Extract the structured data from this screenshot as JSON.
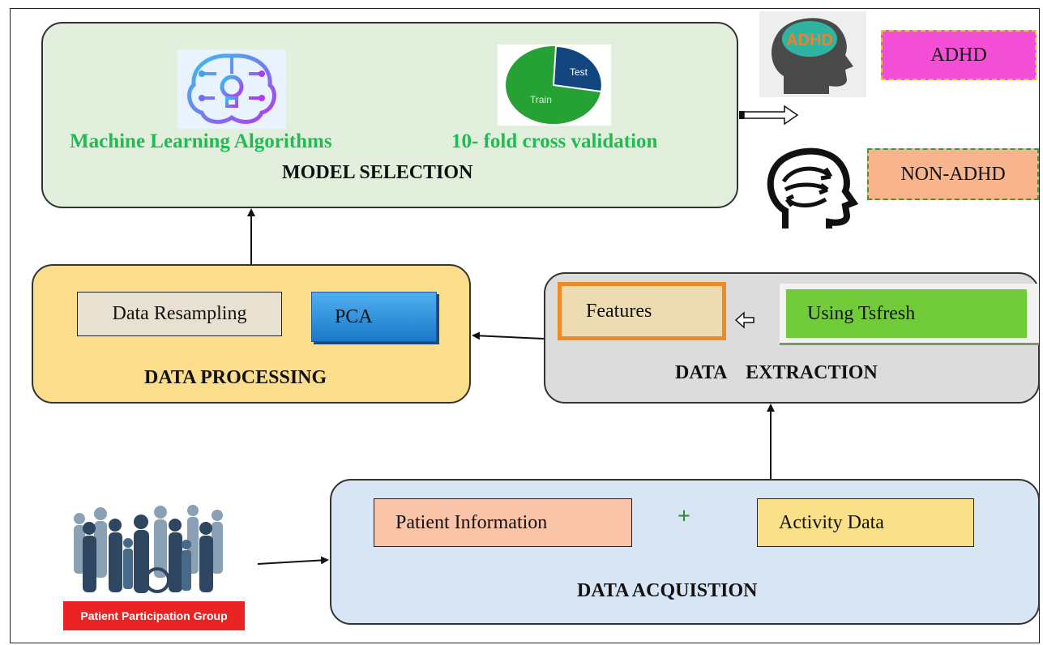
{
  "model_selection": {
    "title": "MODEL SELECTION",
    "ml_label": "Machine Learning Algorithms",
    "cv_label": "10- fold cross validation",
    "pie": {
      "test_label": "Test",
      "train_label": "Train"
    }
  },
  "outputs": {
    "adhd_head_label": "ADHD",
    "adhd_label": "ADHD",
    "non_adhd_label": "NON-ADHD"
  },
  "data_processing": {
    "title": "DATA PROCESSING",
    "resampling_label": "Data Resampling",
    "pca_label": "PCA"
  },
  "data_extraction": {
    "title": "DATA    EXTRACTION",
    "features_label": "Features",
    "tsfresh_label": "Using Tsfresh"
  },
  "data_acquisition": {
    "title": "DATA ACQUISTION",
    "patient_info_label": "Patient Information",
    "plus": "+",
    "activity_label": "Activity Data"
  },
  "patient_group": {
    "label": "Patient Participation Group"
  },
  "colors": {
    "model_bg": "#e2efdc",
    "processing_bg": "#fcdd8c",
    "extraction_bg": "#dcdcdc",
    "acquisition_bg": "#d8e5f4",
    "green_text": "#1ebd52",
    "adhd_pink": "#f24fd6",
    "non_adhd_orange": "#f8b48d"
  }
}
